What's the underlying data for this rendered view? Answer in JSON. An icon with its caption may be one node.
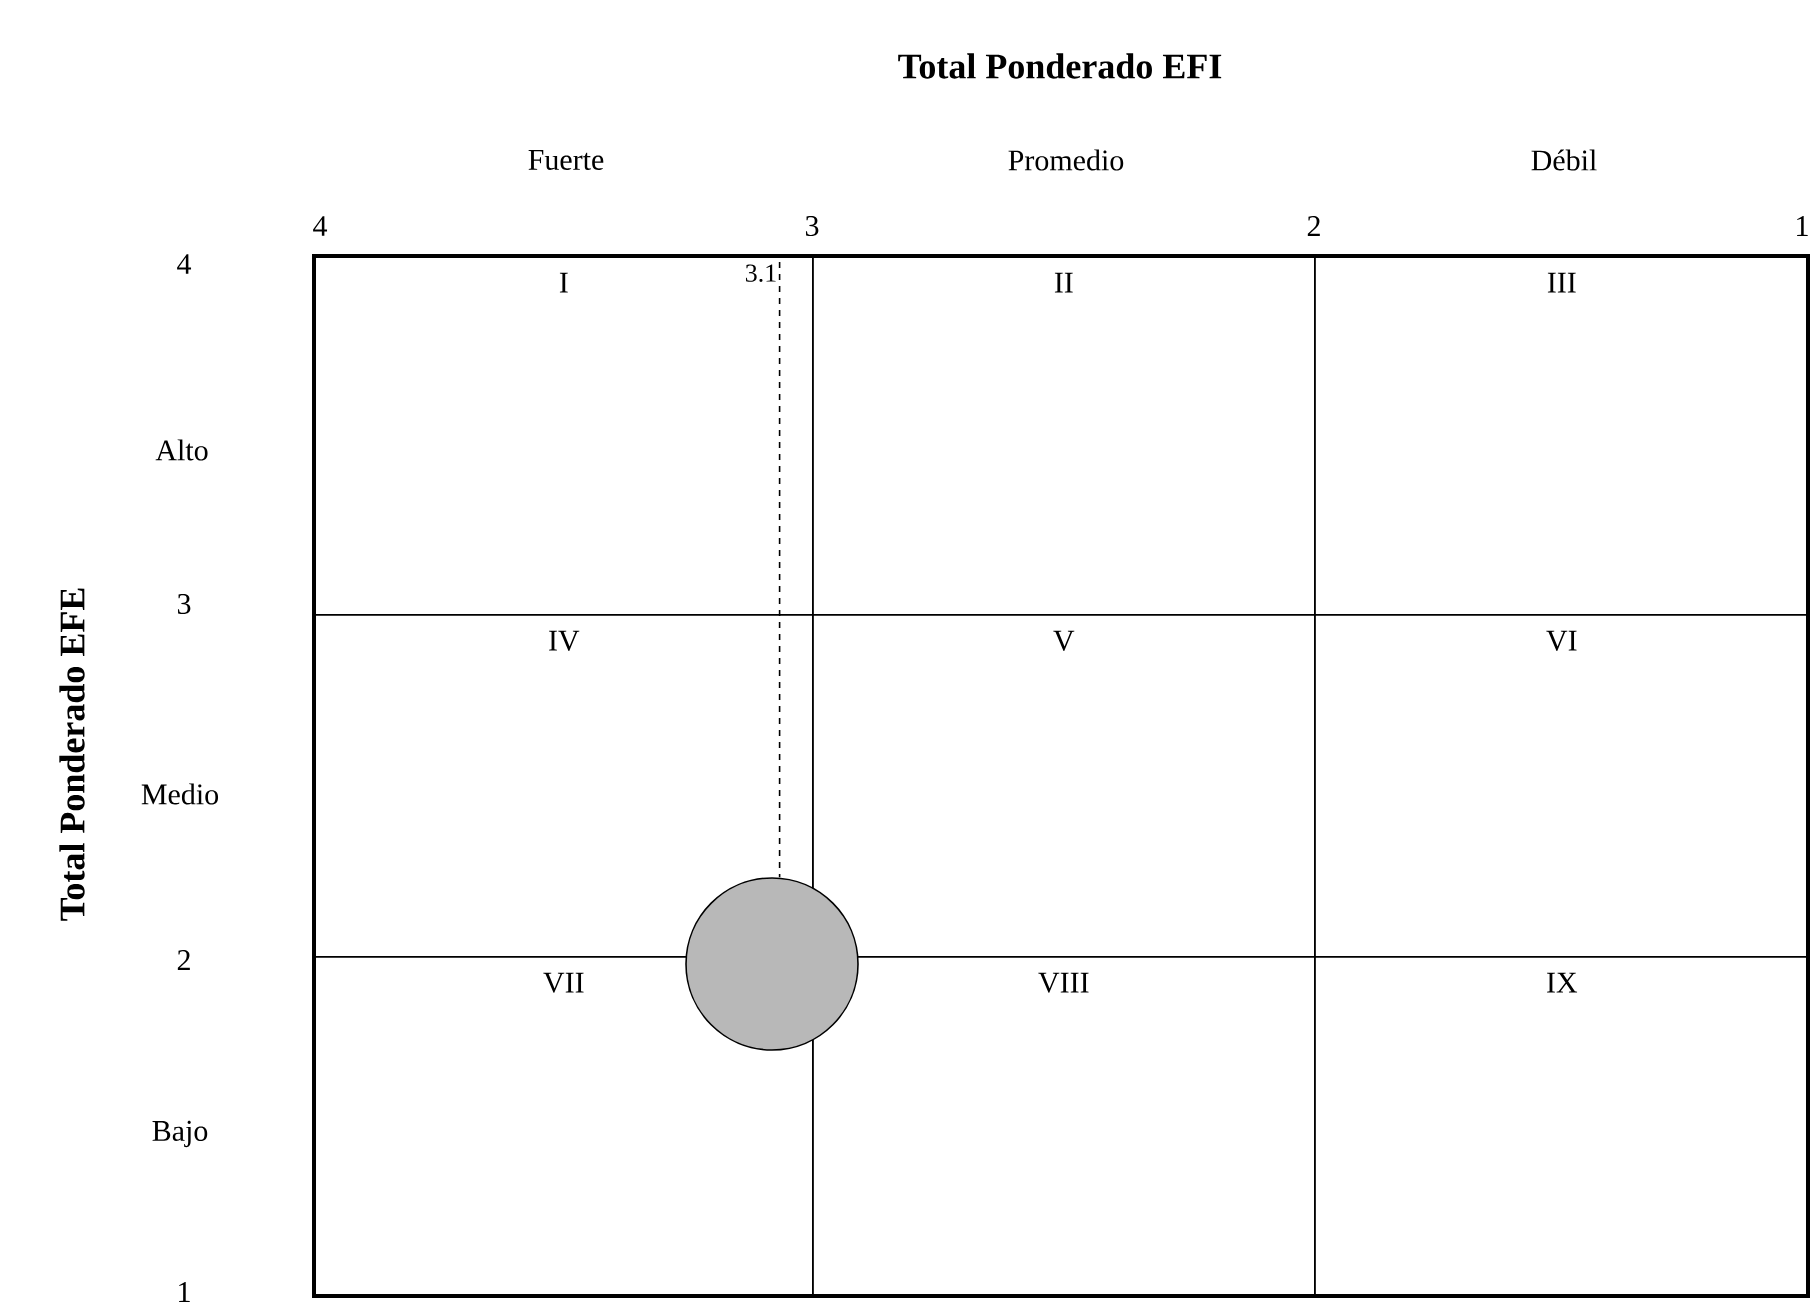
{
  "diagram": {
    "title": "Total Ponderado EFI",
    "nodes": [
      {
        "text": [
          "I"
        ]
      },
      {
        "text": [
          "II"
        ]
      },
      {
        "text": [
          "III"
        ]
      },
      {
        "text": [
          "IV"
        ]
      },
      {
        "text": [
          "V"
        ]
      },
      {
        "text": [
          "VI"
        ]
      },
      {
        "text": [
          "VII"
        ]
      },
      {
        "text": [
          "VIII"
        ]
      },
      {
        "text": [
          "IX"
        ]
      },
      {
        "text": [
          "3.1"
        ],
        "in": 0
      },
      {
        "text": [],
        "shape": "circle"
      }
    ],
    "edges": [
      {
        "from": 9,
        "to": 10,
        "arrow": "none",
        "style": "dashed"
      }
    ],
    "labels": [
      "Fuerte",
      "Promedio",
      "Débil",
      "4",
      "3",
      "2",
      "1",
      "Total Ponderado EFE",
      "4",
      "Alto",
      "3",
      "Medio",
      "2",
      "Bajo",
      "1"
    ]
  }
}
